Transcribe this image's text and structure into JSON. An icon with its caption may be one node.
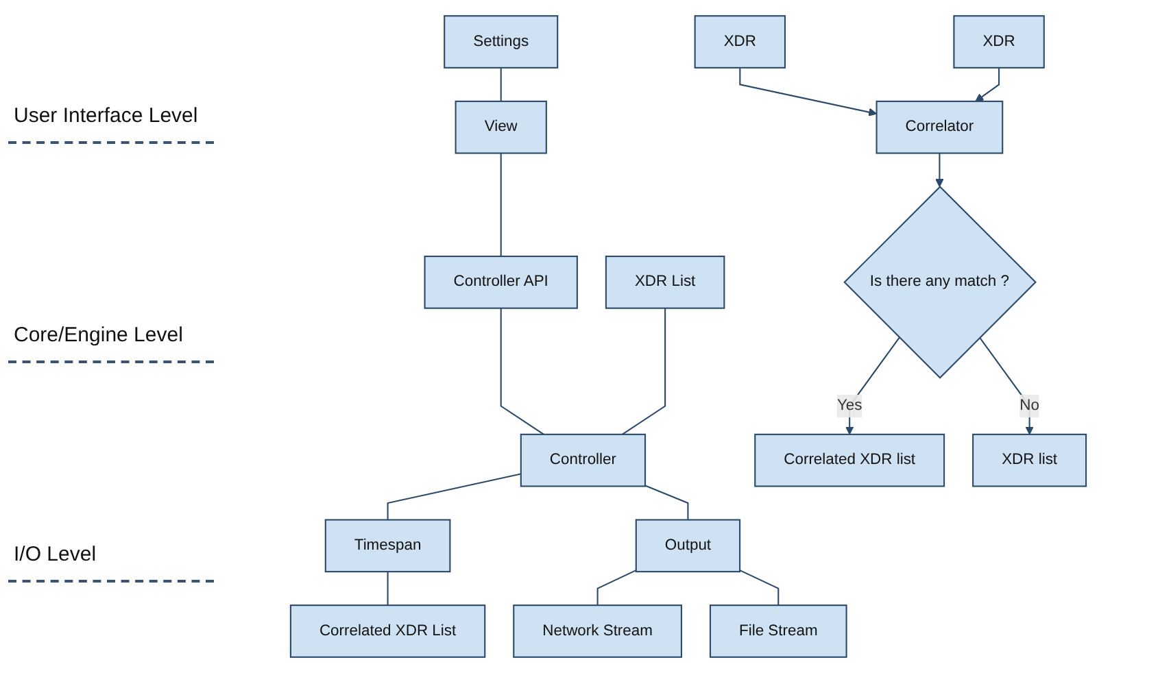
{
  "diagram": {
    "nodes": [
      {
        "text": [
          "Settings"
        ]
      },
      {
        "text": [
          "View"
        ]
      },
      {
        "text": [
          "Controller API"
        ]
      },
      {
        "text": [
          "XDR List"
        ]
      },
      {
        "text": [
          "Controller"
        ]
      },
      {
        "text": [
          "Timespan"
        ]
      },
      {
        "text": [
          "Correlated XDR List"
        ]
      },
      {
        "text": [
          "Output"
        ]
      },
      {
        "text": [
          "Network Stream"
        ]
      },
      {
        "text": [
          "File Stream"
        ]
      },
      {
        "text": [
          "XDR"
        ]
      },
      {
        "text": [
          "XDR"
        ]
      },
      {
        "text": [
          "Correlator"
        ]
      },
      {
        "text": [
          "Is there any match ?"
        ]
      },
      {
        "text": [
          "Correlated XDR list"
        ]
      },
      {
        "text": [
          "XDR list"
        ]
      }
    ],
    "edges": [
      {
        "from": 0,
        "to": 1,
        "arrow": "none"
      },
      {
        "from": 1,
        "to": 2,
        "arrow": "none"
      },
      {
        "from": 2,
        "to": 4,
        "arrow": "none"
      },
      {
        "from": 3,
        "to": 4,
        "arrow": "none"
      },
      {
        "from": 4,
        "to": 5,
        "arrow": "none"
      },
      {
        "from": 5,
        "to": 6,
        "arrow": "none"
      },
      {
        "from": 4,
        "to": 7,
        "arrow": "none"
      },
      {
        "from": 7,
        "to": 8,
        "arrow": "none"
      },
      {
        "from": 7,
        "to": 9,
        "arrow": "none"
      },
      {
        "from": 10,
        "to": 12,
        "arrow": "to"
      },
      {
        "from": 11,
        "to": 12,
        "arrow": "to"
      },
      {
        "from": 12,
        "to": 13,
        "arrow": "to"
      },
      {
        "from": 13,
        "to": 14,
        "arrow": "to",
        "label": "Yes"
      },
      {
        "from": 13,
        "to": 15,
        "arrow": "to",
        "label": "No"
      }
    ],
    "labels": [
      "User Interface Level",
      "Core/Engine Level",
      "I/O Level"
    ]
  }
}
